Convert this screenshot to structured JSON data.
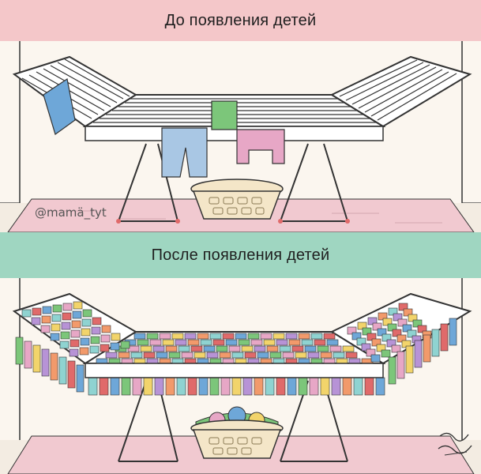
{
  "before": {
    "caption": "До появления детей"
  },
  "after": {
    "caption": "После появления детей"
  },
  "watermark": "@mamä_tyt",
  "colors": {
    "banner_before": "#f4c7c9",
    "banner_after": "#9fd6c1",
    "rug": "#f1c9d0",
    "floor": "#f3ece2",
    "wall": "#fbf6ef",
    "rack": "#ffffff",
    "rack_outline": "#333333",
    "basket": "#f4e6c8",
    "shirt_blue": "#6ea7d8",
    "shirt_green": "#7cc67a",
    "pants_blue": "#a9c7e4",
    "stool_pink": "#e7a7c6"
  }
}
